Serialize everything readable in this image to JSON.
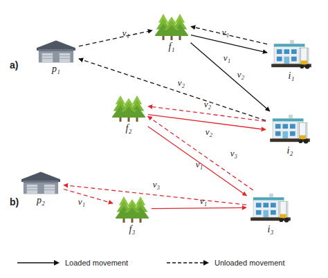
{
  "diagram": {
    "nodes": [
      {
        "text": [
          "p₁"
        ]
      },
      {
        "text": [
          "f₁"
        ]
      },
      {
        "text": [
          "i₁"
        ]
      },
      {
        "text": [
          "f₂"
        ]
      },
      {
        "text": [
          "i₂"
        ]
      },
      {
        "text": [
          "p₂"
        ]
      },
      {
        "text": [
          "f₃"
        ]
      },
      {
        "text": [
          "i₃"
        ]
      }
    ],
    "edges": [
      {
        "from": 0,
        "to": 1,
        "label": "v₁",
        "arrow": "to"
      },
      {
        "from": 1,
        "to": 2,
        "label": "v₁",
        "arrow": "to"
      },
      {
        "from": 2,
        "to": 1,
        "label": "v₁",
        "arrow": "to"
      },
      {
        "from": 1,
        "to": 4,
        "label": "v₂",
        "arrow": "to"
      },
      {
        "from": 4,
        "to": 0,
        "label": "v₂",
        "arrow": "to"
      },
      {
        "from": 3,
        "to": 4,
        "label": "v₂",
        "arrow": "to"
      },
      {
        "from": 4,
        "to": 3,
        "label": "v₂",
        "arrow": "to"
      },
      {
        "from": 3,
        "to": 7,
        "label": "v₃",
        "arrow": "to"
      },
      {
        "from": 7,
        "to": 3,
        "label": "v₁",
        "arrow": "to"
      },
      {
        "from": 7,
        "to": 5,
        "label": "v₃",
        "arrow": "to"
      },
      {
        "from": 5,
        "to": 6,
        "label": "v₁",
        "arrow": "to"
      },
      {
        "from": 6,
        "to": 7,
        "label": "v₁",
        "arrow": "to"
      }
    ],
    "labels": [
      "a)",
      "b)"
    ],
    "legend": [
      {
        "text": "Loaded movement"
      },
      {
        "text": "Unloaded movement"
      }
    ]
  }
}
